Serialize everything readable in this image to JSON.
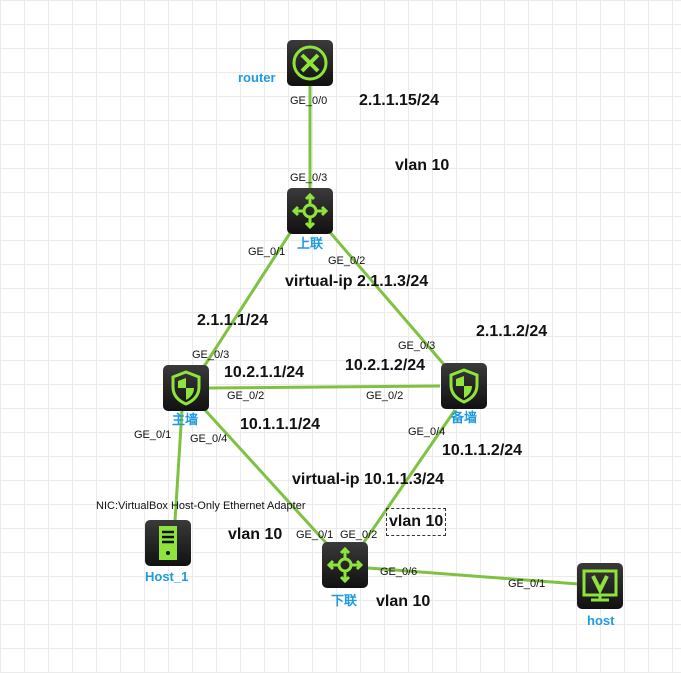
{
  "nodes": {
    "router": "router",
    "upper": "上联",
    "main_fw": "主墙",
    "backup_fw": "备墙",
    "host1": "Host_1",
    "lower": "下联",
    "host": "host"
  },
  "ports": {
    "router_ge00": "GE_0/0",
    "upper_ge03": "GE_0/3",
    "upper_ge01": "GE_0/1",
    "upper_ge02": "GE_0/2",
    "main_ge03": "GE_0/3",
    "main_ge02": "GE_0/2",
    "main_ge01": "GE_0/1",
    "main_ge04": "GE_0/4",
    "backup_ge03": "GE_0/3",
    "backup_ge02": "GE_0/2",
    "backup_ge04": "GE_0/4",
    "lower_ge01": "GE_0/1",
    "lower_ge02": "GE_0/2",
    "lower_ge06": "GE_0/6",
    "host_ge01": "GE_0/1",
    "host1_nic": "NIC:VirtualBox Host-Only Ethernet Adapter"
  },
  "annotations": {
    "router_ip": "2.1.1.15/24",
    "vlan_top": "vlan 10",
    "vip_upper": "virtual-ip 2.1.1.3/24",
    "main_up_ip": "2.1.1.1/24",
    "backup_up_ip": "2.1.1.2/24",
    "main_hb_ip": "10.2.1.1/24",
    "backup_hb_ip": "10.2.1.2/24",
    "main_down_ip": "10.1.1.1/24",
    "backup_down_ip": "10.1.1.2/24",
    "vip_lower": "virtual-ip 10.1.1.3/24",
    "vlan_left": "vlan 10",
    "vlan_box": "vlan 10",
    "vlan_bottom": "vlan 10"
  },
  "colors": {
    "link": "#7fc241",
    "icon": "#8ee43a",
    "label": "#1e9be0"
  }
}
